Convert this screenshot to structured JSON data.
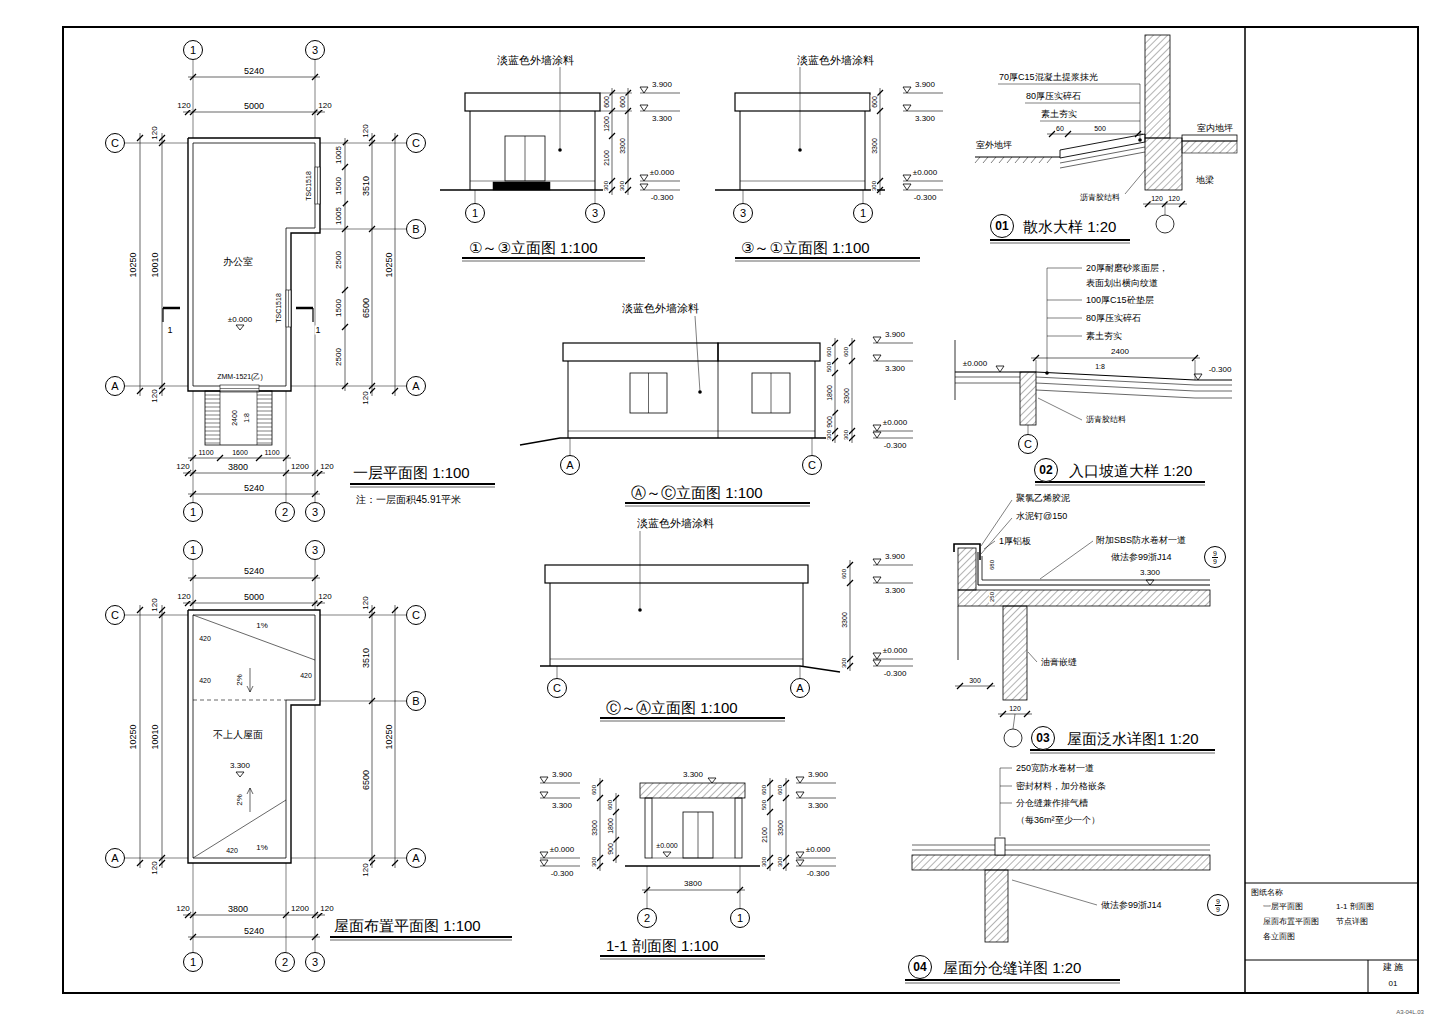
{
  "diagram": {
    "nodes": [
      {
        "text": [
          "1"
        ]
      },
      {
        "text": [
          "3"
        ]
      },
      {
        "text": [
          "C"
        ]
      },
      {
        "text": [
          "A"
        ]
      },
      {
        "text": [
          "C"
        ]
      },
      {
        "text": [
          "B"
        ]
      },
      {
        "text": [
          "A"
        ]
      },
      {
        "text": [
          "1"
        ]
      },
      {
        "text": [
          "2"
        ]
      },
      {
        "text": [
          "3"
        ]
      },
      {
        "text": [
          "1"
        ]
      },
      {
        "text": [
          "3"
        ]
      },
      {
        "text": [
          "C"
        ]
      },
      {
        "text": [
          "A"
        ]
      },
      {
        "text": [
          "C"
        ]
      },
      {
        "text": [
          "B"
        ]
      },
      {
        "text": [
          "A"
        ]
      },
      {
        "text": [
          "1"
        ]
      },
      {
        "text": [
          "2"
        ]
      },
      {
        "text": [
          "3"
        ]
      },
      {
        "text": [
          "1"
        ]
      },
      {
        "text": [
          "3"
        ]
      },
      {
        "text": [
          "3"
        ]
      },
      {
        "text": [
          "1"
        ]
      },
      {
        "text": [
          "A"
        ]
      },
      {
        "text": [
          "C"
        ]
      },
      {
        "text": [
          "C"
        ]
      },
      {
        "text": [
          "A"
        ]
      },
      {
        "text": [
          "2"
        ]
      },
      {
        "text": [
          "1"
        ]
      },
      {
        "text": [
          "01"
        ]
      },
      {
        "text": [
          "C"
        ]
      },
      {
        "text": [
          "02"
        ]
      },
      {
        "text": [
          "03"
        ]
      },
      {
        "text": [
          "04"
        ]
      },
      {
        "text": [
          "9",
          "9"
        ]
      },
      {
        "text": [
          "9",
          "9"
        ]
      }
    ],
    "labels": [
      "5240",
      "120",
      "5000",
      "120",
      "120",
      "10250",
      "10010",
      "120",
      "1005",
      "1500",
      "1005",
      "2500",
      "1500",
      "2500",
      "120",
      "3510",
      "6500",
      "120",
      "10250",
      "TSC1518",
      "办公室",
      "±0.000",
      "TSC1518",
      "1",
      "1",
      "ZMM-1521(乙)",
      "2400",
      "1:8",
      "1100",
      "1600",
      "1100",
      "120",
      "3800",
      "1200",
      "120",
      "5240",
      "一层平面图 1:100",
      "注：一层面积45.91平米",
      "5240",
      "120",
      "5000",
      "120",
      "120",
      "10250",
      "10010",
      "120",
      "120",
      "3510",
      "6500",
      "120",
      "10250",
      "420",
      "1%",
      "420",
      "420",
      "不上人屋面",
      "3.300",
      "2%",
      "2%",
      "420",
      "1%",
      "120",
      "3800",
      "1200",
      "120",
      "5240",
      "屋面布置平面图 1:100",
      "淡蓝色外墙涂料",
      "600",
      "1200",
      "2100",
      "300",
      "600",
      "3300",
      "300",
      "3.900",
      "3.300",
      "±0.000",
      "-0.300",
      "①～③立面图 1:100",
      "淡蓝色外墙涂料",
      "600",
      "3300",
      "300",
      "3.900",
      "3.300",
      "±0.000",
      "-0.300",
      "③～①立面图 1:100",
      "淡蓝色外墙涂料",
      "600",
      "500",
      "1800",
      "900",
      "300",
      "600",
      "3300",
      "300",
      "3.900",
      "3.300",
      "±0.000",
      "-0.300",
      "Ⓐ～Ⓒ立面图 1:100",
      "淡蓝色外墙涂料",
      "600",
      "3300",
      "300",
      "3.900",
      "3.300",
      "±0.000",
      "-0.300",
      "Ⓒ～Ⓐ立面图 1:100",
      "3.900",
      "3.300",
      "±0.000",
      "-0.300",
      "600",
      "3300",
      "300",
      "600",
      "1800",
      "900",
      "3.300",
      "±0.000",
      "3800",
      "600",
      "500",
      "2100",
      "300",
      "600",
      "3300",
      "300",
      "3.900",
      "3.300",
      "±0.000",
      "-0.300",
      "1-1 剖面图 1:100",
      "70厚C15混凝土提浆抹光",
      "80厚压实碎石",
      "素土夯实",
      "室外地坪",
      "室内地坪",
      "60",
      "500",
      "沥青胶结料",
      "地梁",
      "120",
      "120",
      "散水大样 1:20",
      "20厚耐磨砂浆面层，",
      "表面划出横向纹道",
      "100厚C15砼垫层",
      "80厚压实碎石",
      "素土夯实",
      "2400",
      "1:8",
      "±0.000",
      "-0.300",
      "沥青胶结料",
      "入口坡道大样 1:20",
      "聚氯乙烯胶泥",
      "水泥钉@150",
      "1厚铝板",
      "附加SBS防水卷材一道",
      "做法参99浙J14",
      "3.300",
      "680",
      "250",
      "300",
      "油膏嵌缝",
      "120",
      "屋面泛水详图1 1:20",
      "250宽防水卷材一道",
      "密封材料，加分格嵌条",
      "分仓缝兼作排气槽",
      "（每36m²至少一个）",
      "做法参99浙J14",
      "屋面分仓缝详图 1:20",
      "图纸名称",
      "一层平面图",
      "1-1 剖面图",
      "屋面布置平面图",
      "节点详图",
      "各立面图",
      "建 施",
      "01",
      "A3-04L.03"
    ]
  }
}
